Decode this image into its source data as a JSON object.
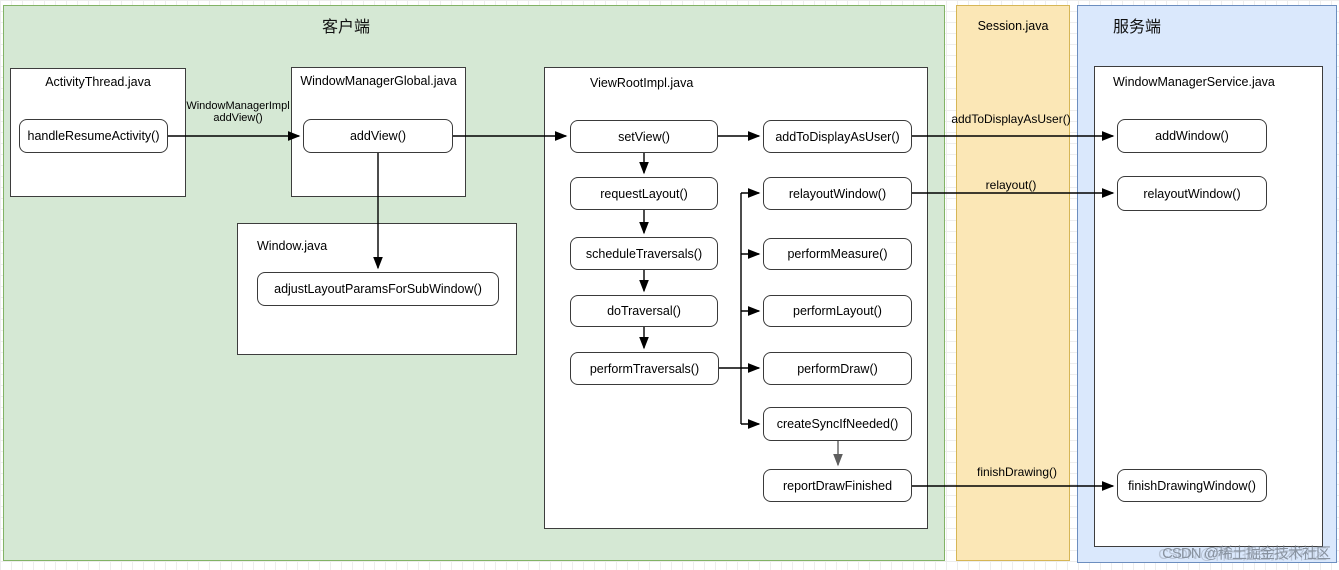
{
  "regions": {
    "client": {
      "title": "客户端"
    },
    "session": {
      "title": "Session.java"
    },
    "server": {
      "title": "服务端"
    }
  },
  "boxes": {
    "activityThread": {
      "title": "ActivityThread.java"
    },
    "windowManagerGlobal": {
      "title": "WindowManagerGlobal.java"
    },
    "window": {
      "title": "Window.java"
    },
    "viewRootImpl": {
      "title": "ViewRootImpl.java"
    },
    "windowManagerService": {
      "title": "WindowManagerService.java"
    }
  },
  "methods": {
    "handleResumeActivity": "handleResumeActivity()",
    "addView": "addView()",
    "adjustLayoutParamsForSubWindow": "adjustLayoutParamsForSubWindow()",
    "setView": "setView()",
    "requestLayout": "requestLayout()",
    "scheduleTraversals": "scheduleTraversals()",
    "doTraversal": "doTraversal()",
    "performTraversals": "performTraversals()",
    "addToDisplayAsUser": "addToDisplayAsUser()",
    "relayoutWindow": "relayoutWindow()",
    "performMeasure": "performMeasure()",
    "performLayout": "performLayout()",
    "performDraw": "performDraw()",
    "createSyncIfNeeded": "createSyncIfNeeded()",
    "reportDrawFinished": "reportDrawFinished",
    "addWindow": "addWindow()",
    "relayoutWindowService": "relayoutWindow()",
    "finishDrawingWindow": "finishDrawingWindow()"
  },
  "edge_labels": {
    "windowManagerImplLine1": "WindowManagerImpl",
    "windowManagerImplLine2": "addView()",
    "addToDisplayAsUser": "addToDisplayAsUser()",
    "relayout": "relayout()",
    "finishDrawing": "finishDrawing()"
  },
  "colors": {
    "client_fill": "#d5e8d4",
    "client_border": "#82b366",
    "session_fill": "#fbe7b6",
    "session_border": "#d6b656",
    "server_fill": "#dae8fc",
    "server_border": "#6c8ebf"
  },
  "watermark": "CSDN @稀土掘金技术社区"
}
